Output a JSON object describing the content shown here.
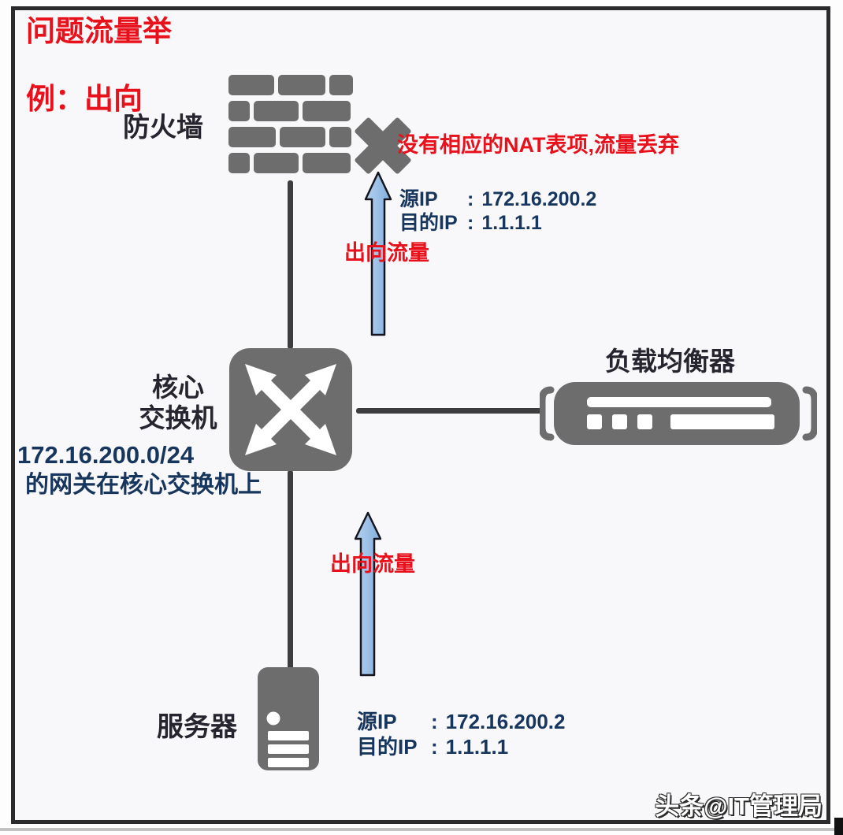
{
  "title": {
    "line1": "问题流量举",
    "line2": "例：出向"
  },
  "nodes": {
    "firewall": {
      "label": "防火墙",
      "icon": "brick-wall-firewall-icon"
    },
    "core_switch": {
      "label_line1": "核心",
      "label_line2": "交换机",
      "gateway_note_line1": "172.16.200.0/24",
      "gateway_note_line2": "的网关在核心交换机上",
      "icon": "crossed-arrows-switch-icon"
    },
    "load_balancer": {
      "label": "负载均衡器",
      "icon": "rack-appliance-icon"
    },
    "server": {
      "label": "服务器",
      "icon": "tower-server-icon"
    }
  },
  "annotations": {
    "drop_note": "没有相应的NAT表项,流量丢弃",
    "drop_icon": "x-cross-drop-icon",
    "flow_label_upper": "出向流量",
    "flow_label_lower": "出向流量"
  },
  "packet_upper": {
    "rows": [
      {
        "label": "源IP",
        "sep": ":",
        "value": "172.16.200.2"
      },
      {
        "label": "目的IP",
        "sep": ":",
        "value": "1.1.1.1"
      }
    ]
  },
  "packet_lower": {
    "rows": [
      {
        "label": "源IP",
        "sep": ":",
        "value": "172.16.200.2"
      },
      {
        "label": "目的IP",
        "sep": ":",
        "value": "1.1.1.1"
      }
    ]
  },
  "watermark": "头条@IT管理局",
  "colors": {
    "accent_red": "#e8101a",
    "navy": "#17365d",
    "icon_gray": "#6d6d6d",
    "arrow_blue": "#8fb9e6",
    "line_dark": "#3d3d3d"
  }
}
